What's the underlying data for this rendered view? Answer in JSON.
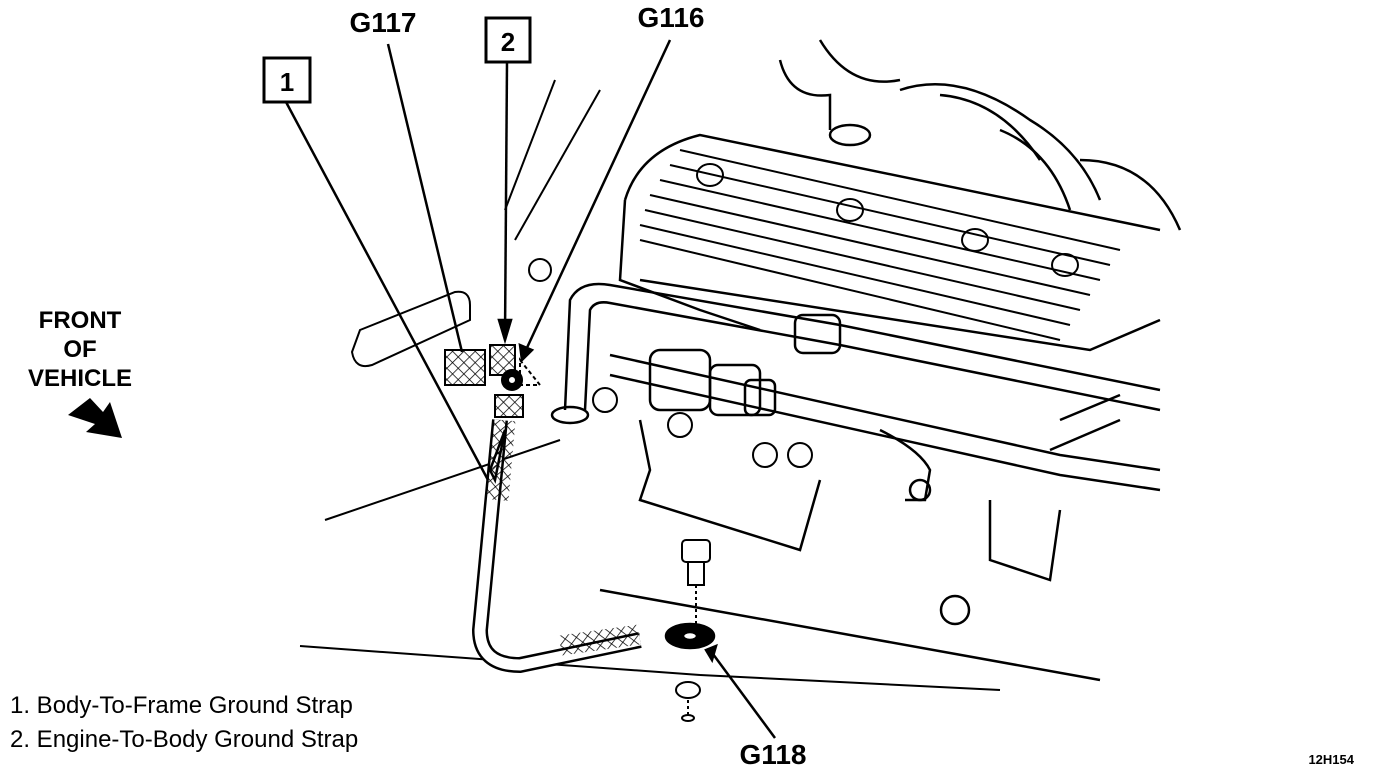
{
  "callouts": {
    "g117": "G117",
    "g116": "G116",
    "g118": "G118",
    "box1": "1",
    "box2": "2"
  },
  "front_label": {
    "line1": "FRONT",
    "line2": "OF",
    "line3": "VEHICLE"
  },
  "legend": {
    "item1": "1. Body-To-Frame Ground Strap",
    "item2": "2. Engine-To-Body Ground Strap"
  },
  "figure_code": "12H154",
  "colors": {
    "ink": "#000000",
    "paper": "#ffffff"
  }
}
